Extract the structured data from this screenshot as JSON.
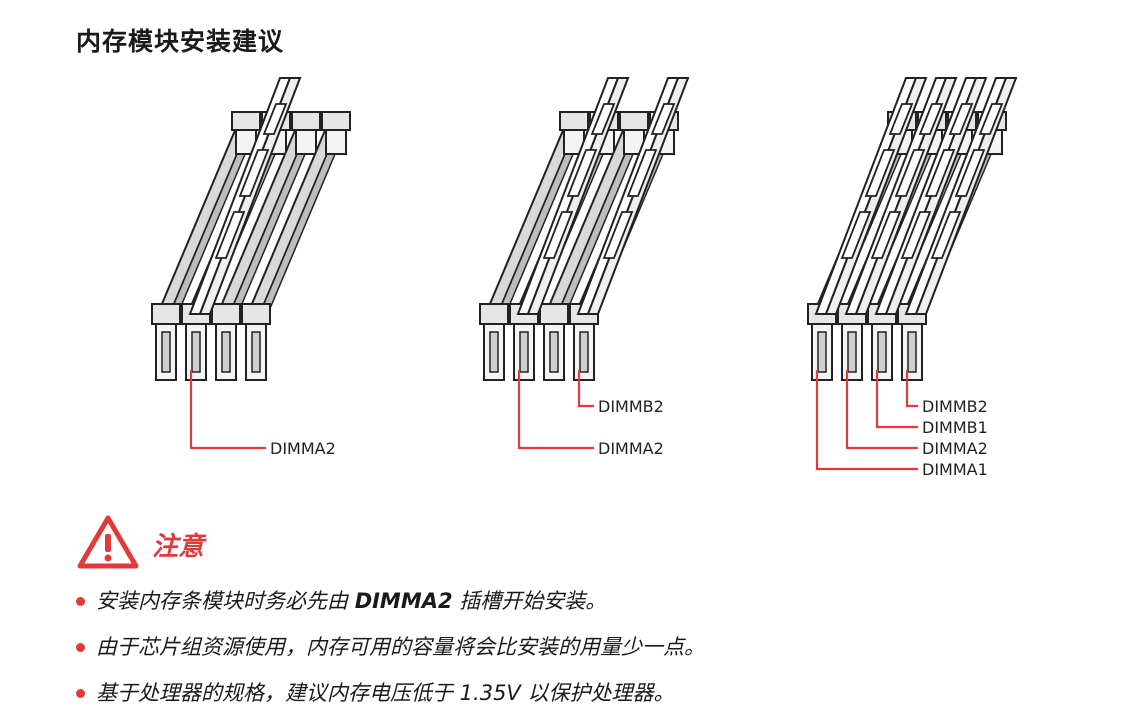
{
  "title": "内存模块安装建议",
  "accent_color": "#e23a3a",
  "configs": [
    {
      "name": "one-module",
      "labels": [
        "DIMMA2"
      ]
    },
    {
      "name": "two-modules",
      "labels": [
        "DIMMB2",
        "DIMMA2"
      ]
    },
    {
      "name": "four-modules",
      "labels": [
        "DIMMB2",
        "DIMMB1",
        "DIMMA2",
        "DIMMA1"
      ]
    }
  ],
  "notice": {
    "icon": "warning-triangle-icon",
    "title": "注意",
    "notes": [
      {
        "before": "安装内存条模块时务必先由 ",
        "bold": "DIMMA2",
        "after": " 插槽开始安装。"
      },
      {
        "before": "由于芯片组资源使用，内存可用的容量将会比安装的用量少一点。",
        "bold": "",
        "after": ""
      },
      {
        "before": "基于处理器的规格，建议内存电压低于 1.35V 以保护处理器。",
        "bold": "",
        "after": ""
      }
    ]
  }
}
